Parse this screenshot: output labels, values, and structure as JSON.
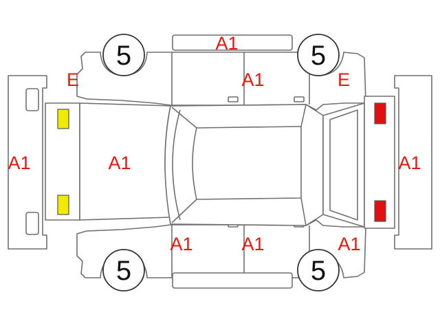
{
  "colors": {
    "outline": "#6f6f6f",
    "code_text": "#e8160c",
    "front_light": "#f2ea00",
    "rear_light": "#e01010"
  },
  "wheels": {
    "front_left": "5",
    "rear_left": "5",
    "front_right": "5",
    "rear_right": "5"
  },
  "codes": {
    "roof_top_side": "A1",
    "front_left_fender": "E",
    "rear_left_fender": "E",
    "left_rear_door": "A1",
    "front_bumper": "A1",
    "hood": "A1",
    "rear_bumper": "A1",
    "front_right_door": "A1",
    "rear_right_door": "A1",
    "rear_right_fender": "A1"
  }
}
